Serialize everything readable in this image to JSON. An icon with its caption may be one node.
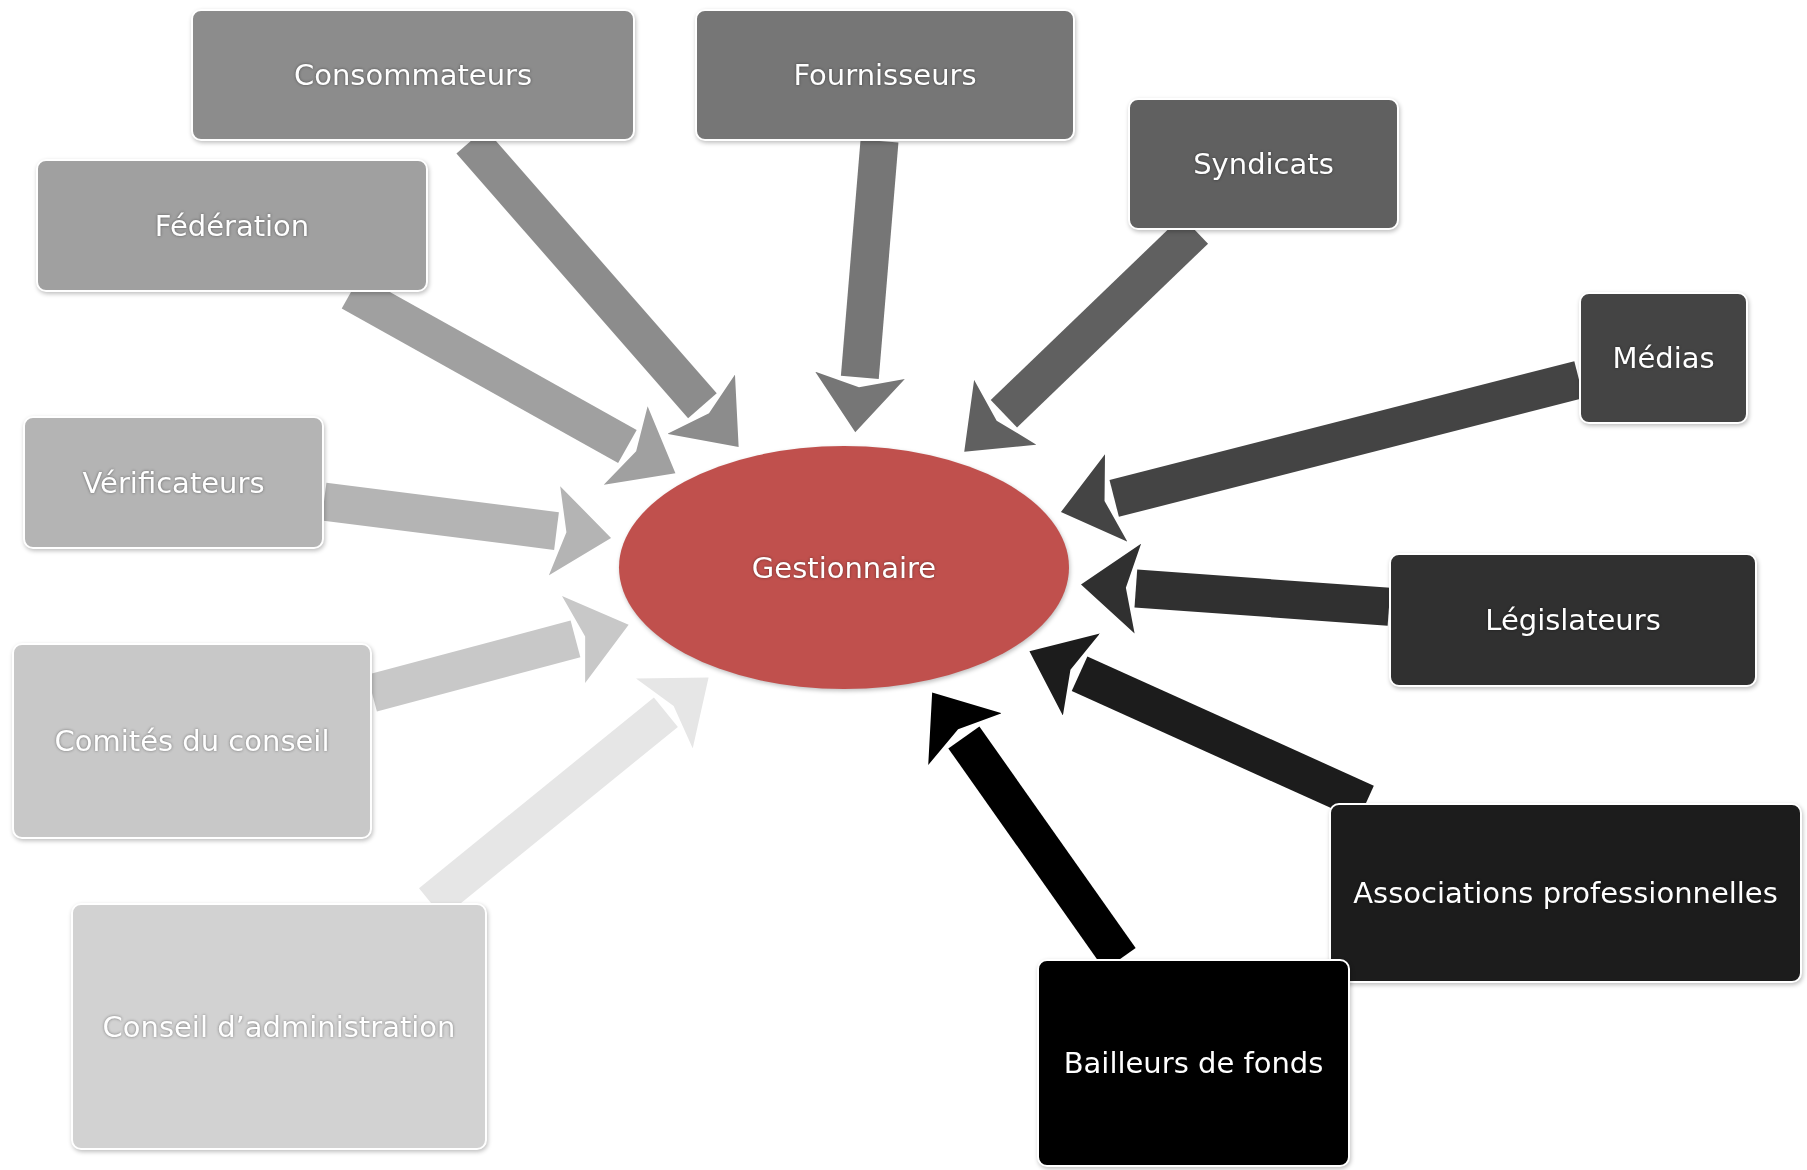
{
  "diagram": {
    "nodes": [
      {
        "text": [
          "Gestionnaire"
        ]
      },
      {
        "text": [
          "Consommateurs"
        ]
      },
      {
        "text": [
          "Fournisseurs"
        ]
      },
      {
        "text": [
          "Syndicats"
        ]
      },
      {
        "text": [
          "Fédération"
        ]
      },
      {
        "text": [
          "Médias"
        ]
      },
      {
        "text": [
          "Vérificateurs"
        ]
      },
      {
        "text": [
          "Législateurs"
        ]
      },
      {
        "text": [
          "Comités du conseil"
        ]
      },
      {
        "text": [
          "Associations professionnelles"
        ]
      },
      {
        "text": [
          "Conseil d’administration"
        ]
      },
      {
        "text": [
          "Bailleurs de fonds"
        ]
      }
    ],
    "edges": [
      {
        "from": 1,
        "to": 0,
        "arrow": "to",
        "color": "#8c8c8c"
      },
      {
        "from": 2,
        "to": 0,
        "arrow": "to",
        "color": "#767676"
      },
      {
        "from": 3,
        "to": 0,
        "arrow": "to",
        "color": "#606060"
      },
      {
        "from": 4,
        "to": 0,
        "arrow": "to",
        "color": "#a0a0a0"
      },
      {
        "from": 5,
        "to": 0,
        "arrow": "to",
        "color": "#444444"
      },
      {
        "from": 6,
        "to": 0,
        "arrow": "to",
        "color": "#b4b4b4"
      },
      {
        "from": 7,
        "to": 0,
        "arrow": "to",
        "color": "#303030"
      },
      {
        "from": 8,
        "to": 0,
        "arrow": "to",
        "color": "#c8c8c8"
      },
      {
        "from": 9,
        "to": 0,
        "arrow": "to",
        "color": "#1c1c1c"
      },
      {
        "from": 10,
        "to": 0,
        "arrow": "to",
        "color": "#e6e6e6"
      },
      {
        "from": 11,
        "to": 0,
        "arrow": "to",
        "color": "#000000"
      }
    ]
  }
}
